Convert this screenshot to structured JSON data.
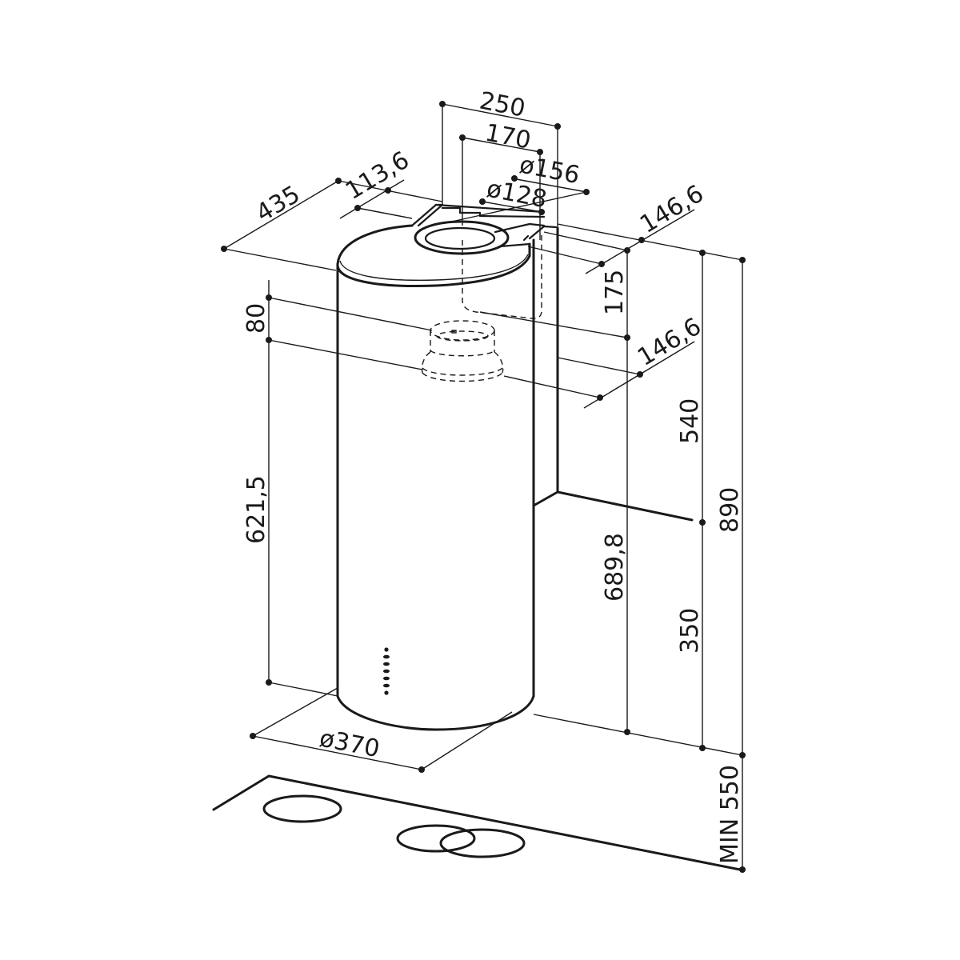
{
  "diagram": {
    "subject": "Cylindrical island cooker hood - dimension drawing",
    "units": "mm",
    "line_color": "#1a1a1a",
    "background": "#ffffff"
  },
  "dimensions": {
    "top_width_outer": "250",
    "top_width_inner": "170",
    "duct_outer_diameter": "ø156",
    "duct_inner_diameter": "ø128",
    "depth_overall": "435",
    "offset_bracket": "113,6",
    "right_offset_top": "146,6",
    "right_offset_mid": "146,6",
    "upper_height": "175",
    "spigot_height": "80",
    "body_height": "621,5",
    "chimney_height": "689,8",
    "upper_section": "540",
    "lower_section": "350",
    "total_height": "890",
    "body_diameter": "ø370",
    "min_clearance": "MIN 550"
  },
  "components": {
    "hood_body": "Cylinder",
    "control_buttons": 6,
    "hob_burners": 3
  }
}
